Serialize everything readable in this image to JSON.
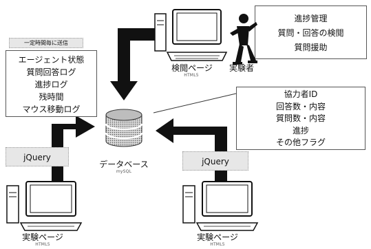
{
  "panels": {
    "admin_tasks": {
      "lines": [
        "進捗管理",
        "質問・回答の検閲",
        "質問援助"
      ]
    },
    "agent_data": {
      "header": "一定時間毎に送信",
      "lines": [
        "エージェント状態",
        "質問回答ログ",
        "進捗ログ",
        "残時間",
        "マウス移動ログ"
      ]
    },
    "collaborator_data": {
      "lines": [
        "協力者ID",
        "回答数・内容",
        "質問数・内容",
        "進捗",
        "その他フラグ"
      ]
    }
  },
  "nodes": {
    "review_page": {
      "label": "検閲ページ",
      "tech": "HTML5"
    },
    "experimenter": {
      "label": "実験者"
    },
    "database": {
      "label": "データベース",
      "tech": "mySQL"
    },
    "exp_page_left": {
      "label": "実験ページ",
      "tech": "HTML5"
    },
    "exp_page_right": {
      "label": "実験ページ",
      "tech": "HTML5"
    }
  },
  "tags": {
    "jquery_left": "jQuery",
    "jquery_right": "jQuery"
  }
}
